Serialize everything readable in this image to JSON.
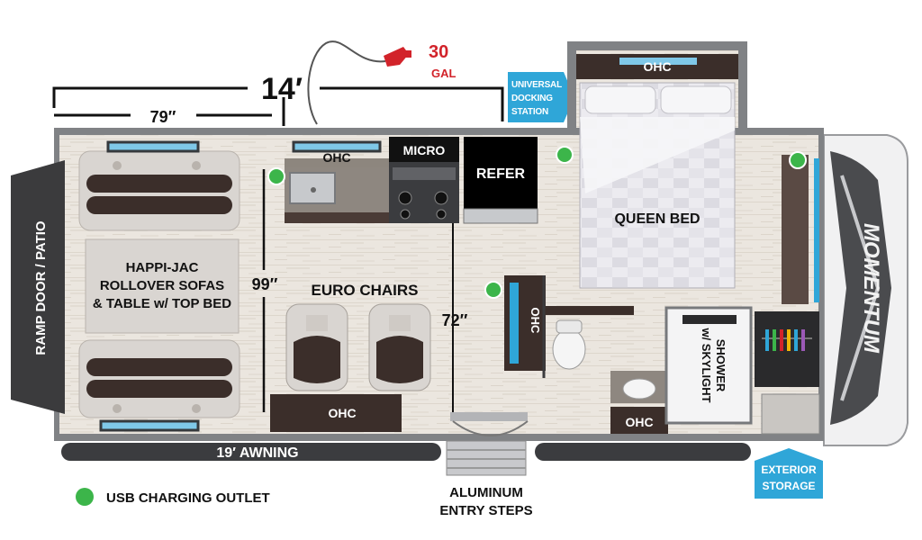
{
  "dimensions": {
    "overall_length": "14′",
    "sofa_length": "79″",
    "interior_width": "99″",
    "kitchen_width": "72″"
  },
  "fuel": {
    "amount": "30",
    "unit": "GAL",
    "color": "#d2232a"
  },
  "callouts": {
    "docking_station": [
      "UNIVERSAL",
      "DOCKING",
      "STATION"
    ],
    "exterior_storage": [
      "EXTERIOR",
      "STORAGE"
    ],
    "callout_color": "#2fa6d8"
  },
  "rooms": {
    "ramp_door": "RAMP DOOR / PATIO",
    "sofas": [
      "HAPPI-JAC",
      "ROLLOVER SOFAS",
      "& TABLE w/ TOP BED"
    ],
    "euro_chairs": "EURO CHAIRS",
    "queen_bed": "QUEEN BED",
    "micro": "MICRO",
    "refer": "REFER",
    "shower": [
      "SHOWER",
      "w/ SKYLIGHT"
    ],
    "ohc": "OHC"
  },
  "exterior": {
    "awning": "19′ AWNING",
    "entry_steps": [
      "ALUMINUM",
      "ENTRY STEPS"
    ],
    "brand": "MOMENTUM"
  },
  "legend": {
    "usb_label": "USB CHARGING OUTLET",
    "usb_color": "#3cb54a"
  },
  "palette": {
    "wall": "#808285",
    "floor": "#e9e3dc",
    "cabinet": "#3b2e2a",
    "sofa": "#d9d5d1"
  }
}
